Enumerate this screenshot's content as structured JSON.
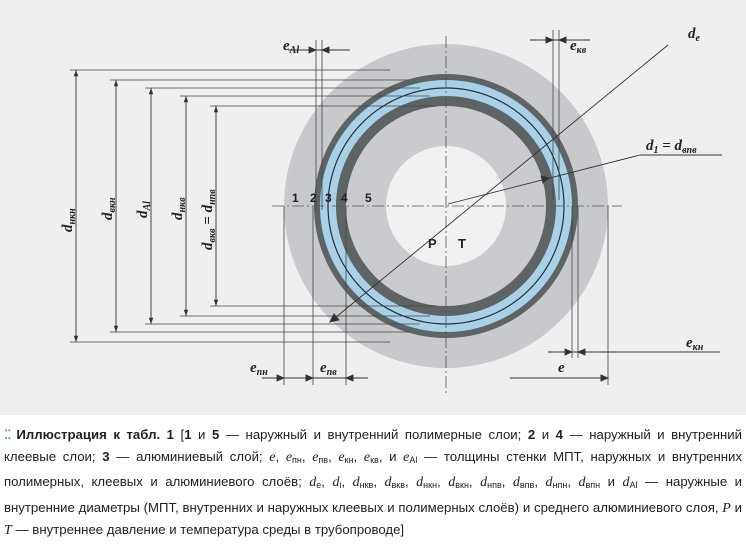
{
  "figure": {
    "labels": {
      "e_al": "e",
      "e_al_sub": "Al",
      "e_kv": "e",
      "e_kv_sub": "кв",
      "d_e": "d",
      "d_e_sub": "e",
      "d_1": "d",
      "d_1_sub": "1",
      "d_1_eq": " = d",
      "d_1_eq_sub": "впв",
      "d_nkn": "d",
      "d_nkn_sub": "нкн",
      "d_vkn": "d",
      "d_vkn_sub": "вкн",
      "d_al": "d",
      "d_al_sub": "Al",
      "d_nkv": "d",
      "d_nkv_sub": "нкв",
      "d_vkv": "d",
      "d_vkv_sub": "вкв",
      "d_vkv_eq": " = d",
      "d_vkv_eq_sub": "нпв",
      "e_pn": "e",
      "e_pn_sub": "пн",
      "e_pv": "e",
      "e_pv_sub": "пв",
      "e": "e",
      "e_kn": "e",
      "e_kn_sub": "кн"
    },
    "layers": [
      "1",
      "2",
      "3",
      "4",
      "5"
    ],
    "p": "P",
    "t": "T",
    "colors": {
      "outer_polymer": "#c7c9cc",
      "adhesive": "#5e6366",
      "aluminium": "#a6d1e6",
      "inner_polymer": "#c9cbce",
      "bore": "#f1f1f1",
      "background": "#efefef"
    }
  },
  "caption": {
    "dots": "⁚⁚",
    "title": "Иллюстрация к табл. 1",
    "text_a": " [",
    "b1": "1",
    "text_b": " и ",
    "b5": "5",
    "text_c": " — наружный и внутренний полимерные слои; ",
    "b2": "2",
    "text_d": " и ",
    "b4": "4",
    "text_e": " — наружный и внутренний клеевые слои; ",
    "b3": "3",
    "text_f": " — алюминиевый слой; ",
    "e1": "e",
    "t1": ", ",
    "e2": "e",
    "e2s": "пн",
    "t2": ", ",
    "e3": "e",
    "e3s": "пв",
    "t3": ", ",
    "e4": "e",
    "e4s": "кн",
    "t4": ", ",
    "e5": "e",
    "e5s": "кв",
    "t5": ", и ",
    "e6": "e",
    "e6s": "Al",
    "text_g": " — толщины стенки МПТ, наружных и внутренних полимерных, клеевых и алюминиевого слоёв; ",
    "d1": "d",
    "d1s": "e",
    "u1": ", ",
    "d2": "d",
    "d2s": "i",
    "u2": ", ",
    "d3": "d",
    "d3s": "нкв",
    "u3": ", ",
    "d4": "d",
    "d4s": "вкв",
    "u4": ", ",
    "d5": "d",
    "d5s": "нкн",
    "u5": ", ",
    "d6": "d",
    "d6s": "вкн",
    "u6": ", ",
    "d7": "d",
    "d7s": "нпв",
    "u7": ", ",
    "d8": "d",
    "d8s": "впв",
    "u8": ", ",
    "d9": "d",
    "d9s": "нпн",
    "u9": ", ",
    "d10": "d",
    "d10s": "впн",
    "u10": " и ",
    "d11": "d",
    "d11s": "Al",
    "text_h": " — наружные и внутренние диаметры (МПТ, внутренних и наружных клеевых и полимерных слоёв) и среднего алюминиевого слоя, ",
    "pp": "P",
    "text_i": " и ",
    "tt": "T",
    "text_j": " — внутреннее давление и температура среды в трубопроводе]"
  }
}
